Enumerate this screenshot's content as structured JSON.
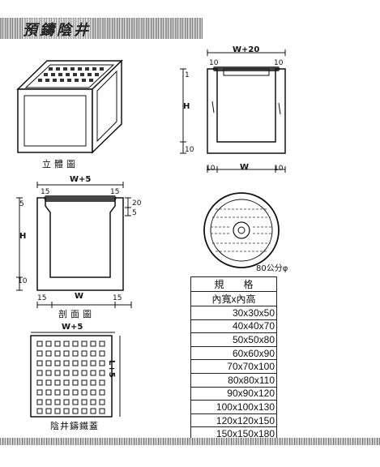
{
  "header": {
    "title": "預鑄陰井"
  },
  "iso_view": {
    "caption": "立體圖"
  },
  "front_view": {
    "top_width": "W+20",
    "side_margin_left": "10",
    "side_margin_right": "10",
    "base_left": "10",
    "base_width": "W",
    "base_right": "10",
    "height_label": "H",
    "bottom_label": "10",
    "top_dim": "1"
  },
  "section_view": {
    "caption": "剖面圖",
    "top_width": "W+5",
    "top_left": "15",
    "top_right": "15",
    "right_dim_1": "20",
    "right_dim_2": "5",
    "left_dim": "5",
    "height_label": "H",
    "bottom_label": "10",
    "base_left": "15",
    "base_width": "W",
    "base_right": "15"
  },
  "cover_plan": {
    "caption": "陰井鑄鐵蓋",
    "width_label": "W+5",
    "side_label": "L+5"
  },
  "round_cover": {
    "label": "80公分φ"
  },
  "spec_table": {
    "header_1": "規　　格",
    "header_2": "內寬x內高",
    "rows": [
      "30x30x50",
      "40x40x70",
      "50x50x80",
      "60x60x90",
      "70x70x100",
      "80x80x110",
      "90x90x120",
      "100x100x130",
      "120x120x150",
      "150x150x180"
    ]
  }
}
